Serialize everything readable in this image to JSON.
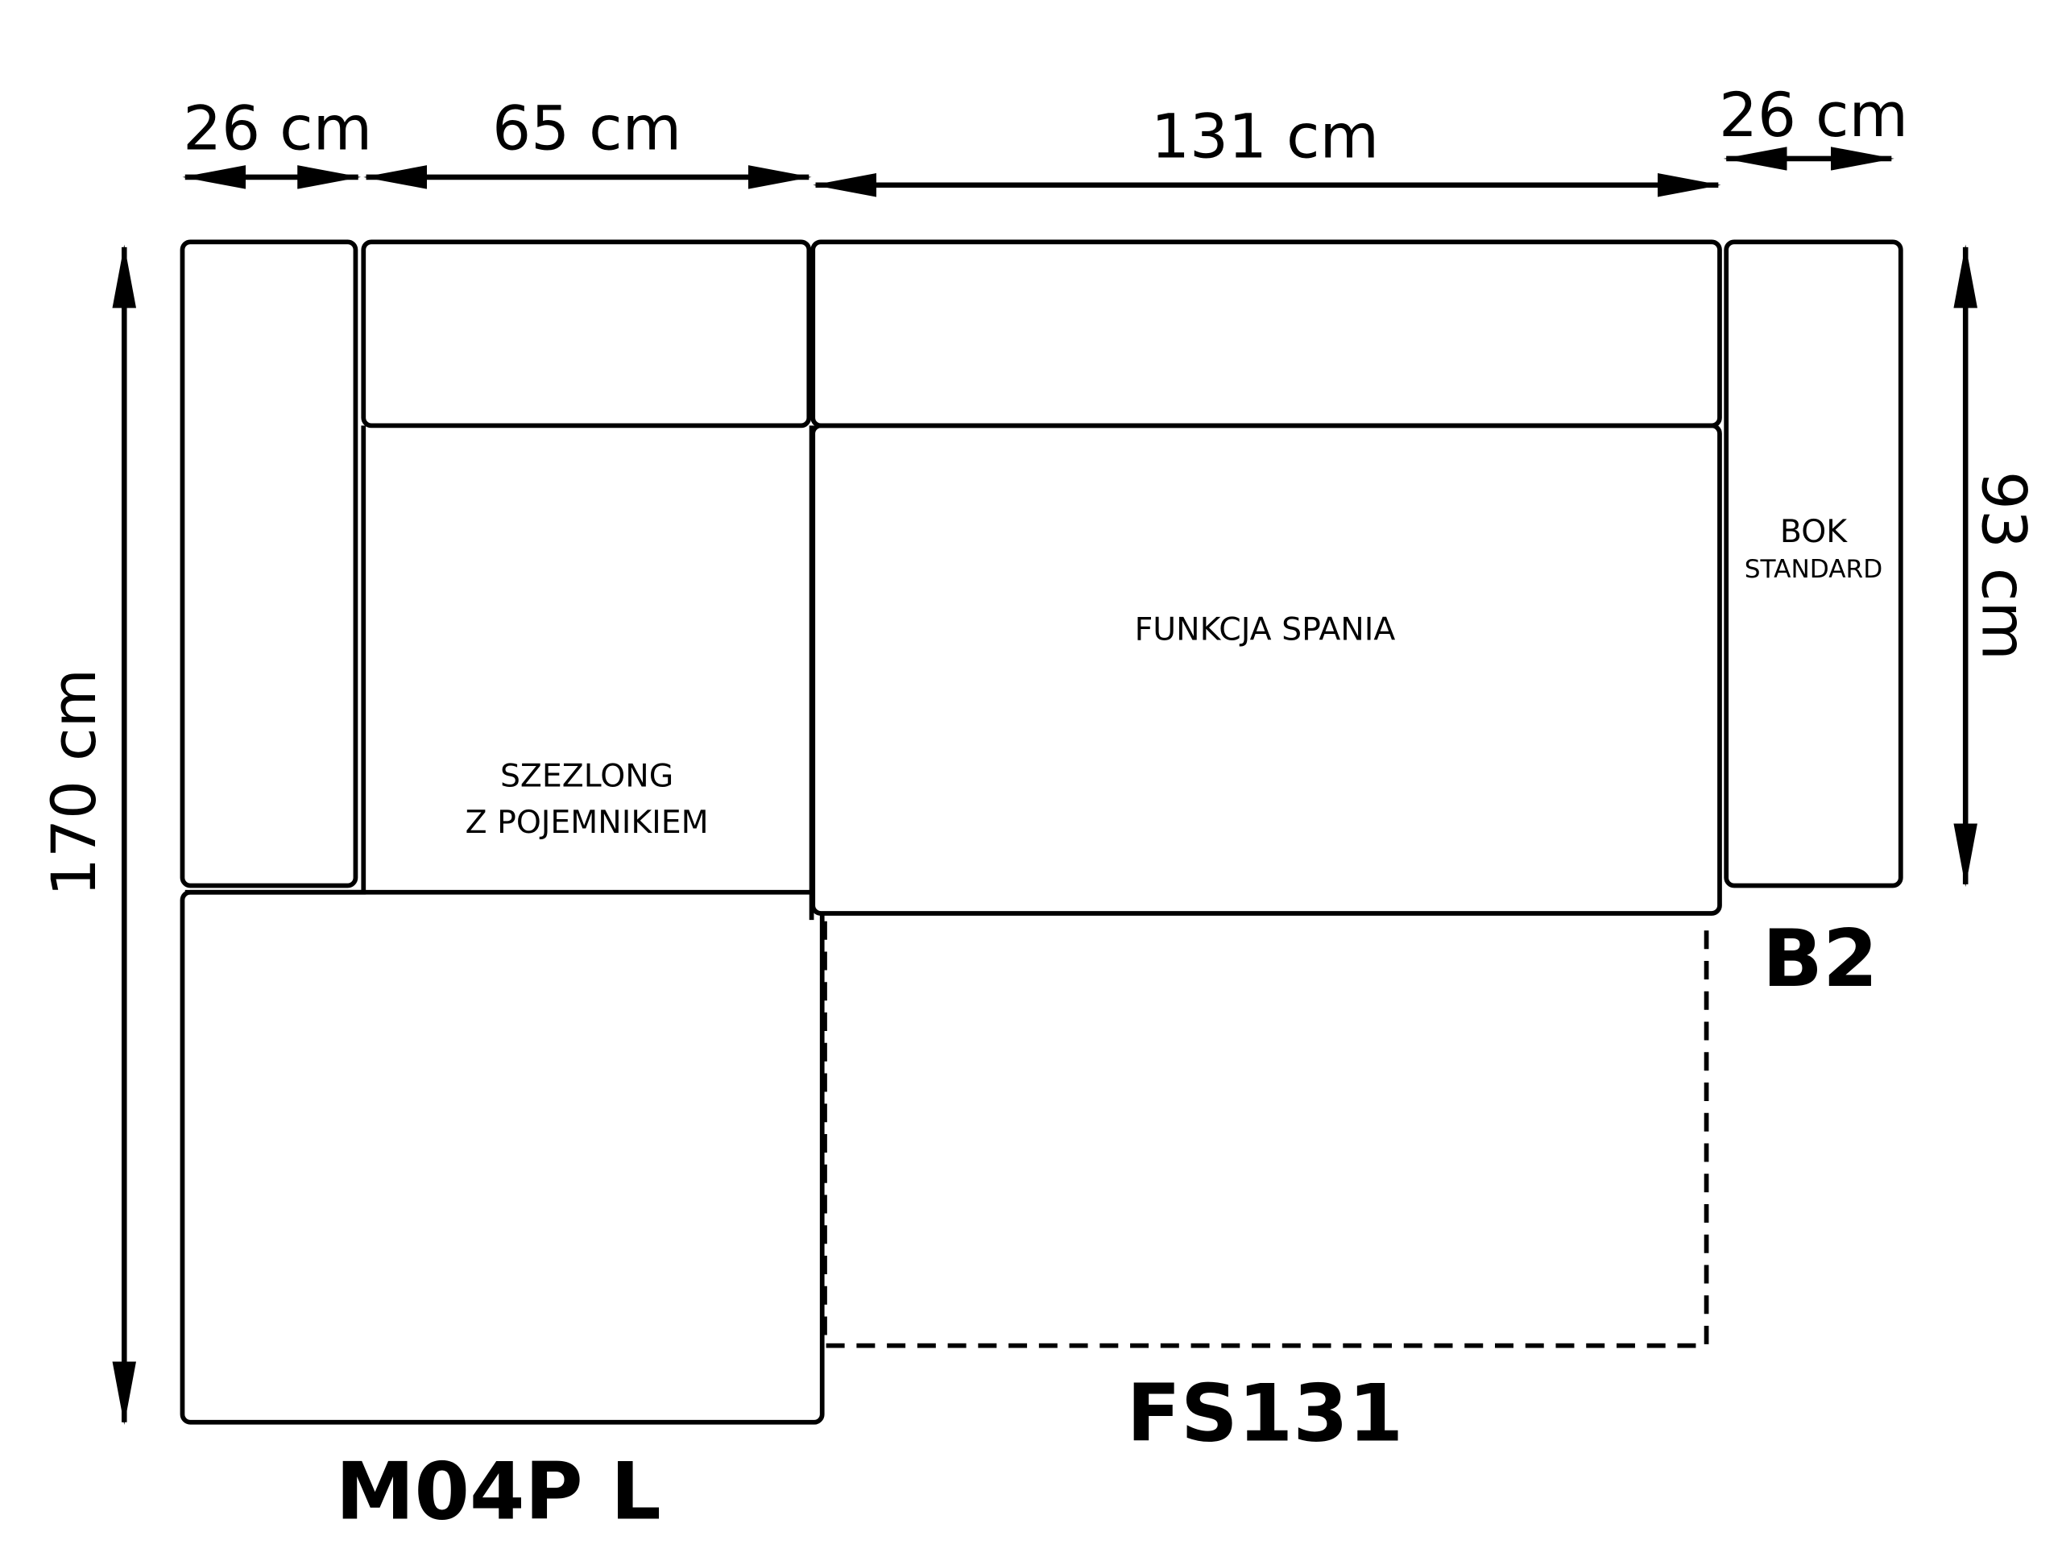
{
  "dimensions": {
    "armrest_left_width": "26 cm",
    "chaise_width": "65 cm",
    "sleeping_module_width": "131 cm",
    "armrest_right_width": "26 cm",
    "total_depth": "170 cm",
    "module_depth": "93 cm"
  },
  "modules": {
    "chaise": {
      "line1": "SZEZLONG",
      "line2": "Z POJEMNIKIEM",
      "code": "M04P L"
    },
    "sleeping": {
      "label": "FUNKCJA SPANIA",
      "code": "FS131"
    },
    "armrest": {
      "line1": "BOK",
      "line2": "STANDARD",
      "code": "B2"
    }
  }
}
